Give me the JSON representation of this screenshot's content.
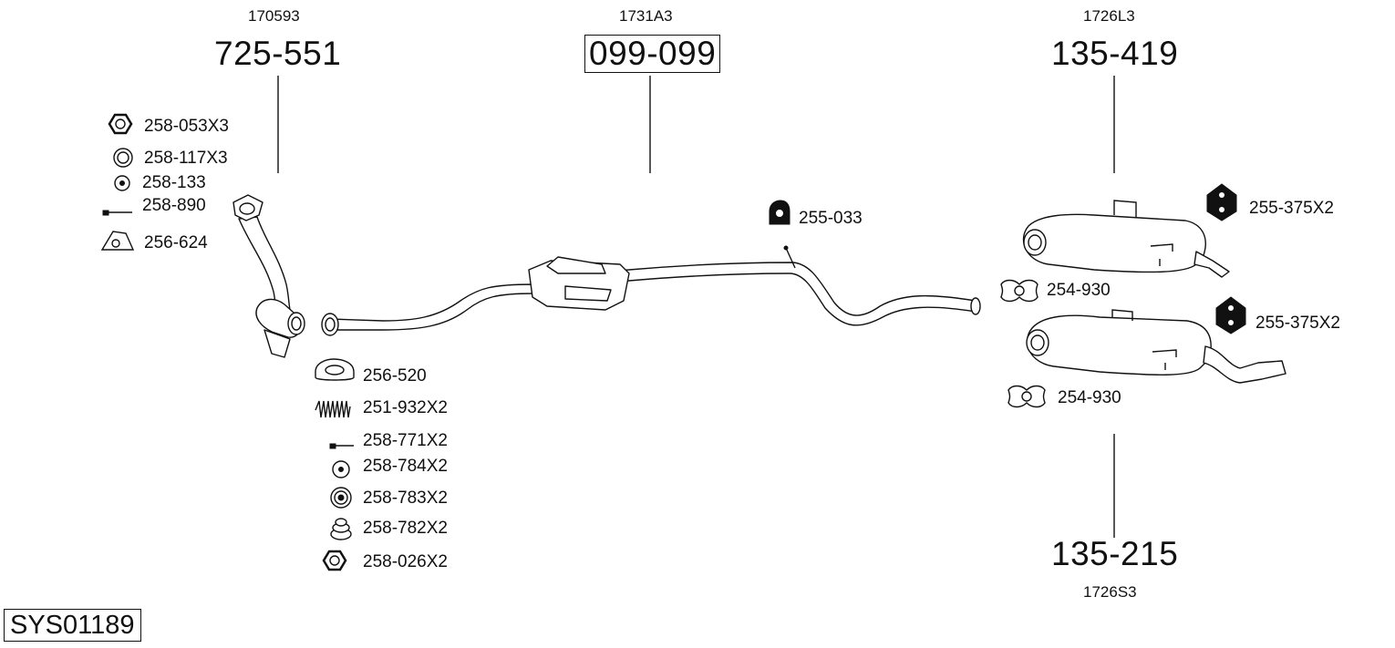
{
  "diagram": {
    "system_code": "SYS01189",
    "parts": [
      {
        "oem": "170593",
        "number": "725-551",
        "boxed": false
      },
      {
        "oem": "1731A3",
        "number": "099-099",
        "boxed": true
      },
      {
        "oem": "1726L3",
        "number": "135-419",
        "boxed": false
      },
      {
        "oem": "1726S3",
        "number": "135-215",
        "boxed": false
      }
    ],
    "accessories_left_top": [
      {
        "code": "258-053X3",
        "icon": "hex-nut-icon"
      },
      {
        "code": "258-117X3",
        "icon": "ring-washer-icon"
      },
      {
        "code": "258-133",
        "icon": "small-washer-icon"
      },
      {
        "code": "258-890",
        "icon": "bolt-icon"
      },
      {
        "code": "256-624",
        "icon": "triangle-gasket-icon"
      }
    ],
    "accessories_left_bottom": [
      {
        "code": "256-520",
        "icon": "cone-gasket-icon"
      },
      {
        "code": "251-932X2",
        "icon": "spring-icon"
      },
      {
        "code": "258-771X2",
        "icon": "bolt-icon"
      },
      {
        "code": "258-784X2",
        "icon": "washer-icon"
      },
      {
        "code": "258-783X2",
        "icon": "double-washer-icon"
      },
      {
        "code": "258-782X2",
        "icon": "stacked-washer-icon"
      },
      {
        "code": "258-026X2",
        "icon": "hex-nut-icon"
      }
    ],
    "accessories_right": [
      {
        "code": "255-033",
        "icon": "rubber-hanger-icon"
      },
      {
        "code": "255-375X2",
        "icon": "rubber-mount-icon"
      },
      {
        "code": "254-930",
        "icon": "clamp-icon"
      },
      {
        "code": "255-375X2",
        "icon": "rubber-mount-icon"
      },
      {
        "code": "254-930",
        "icon": "clamp-icon"
      }
    ]
  }
}
